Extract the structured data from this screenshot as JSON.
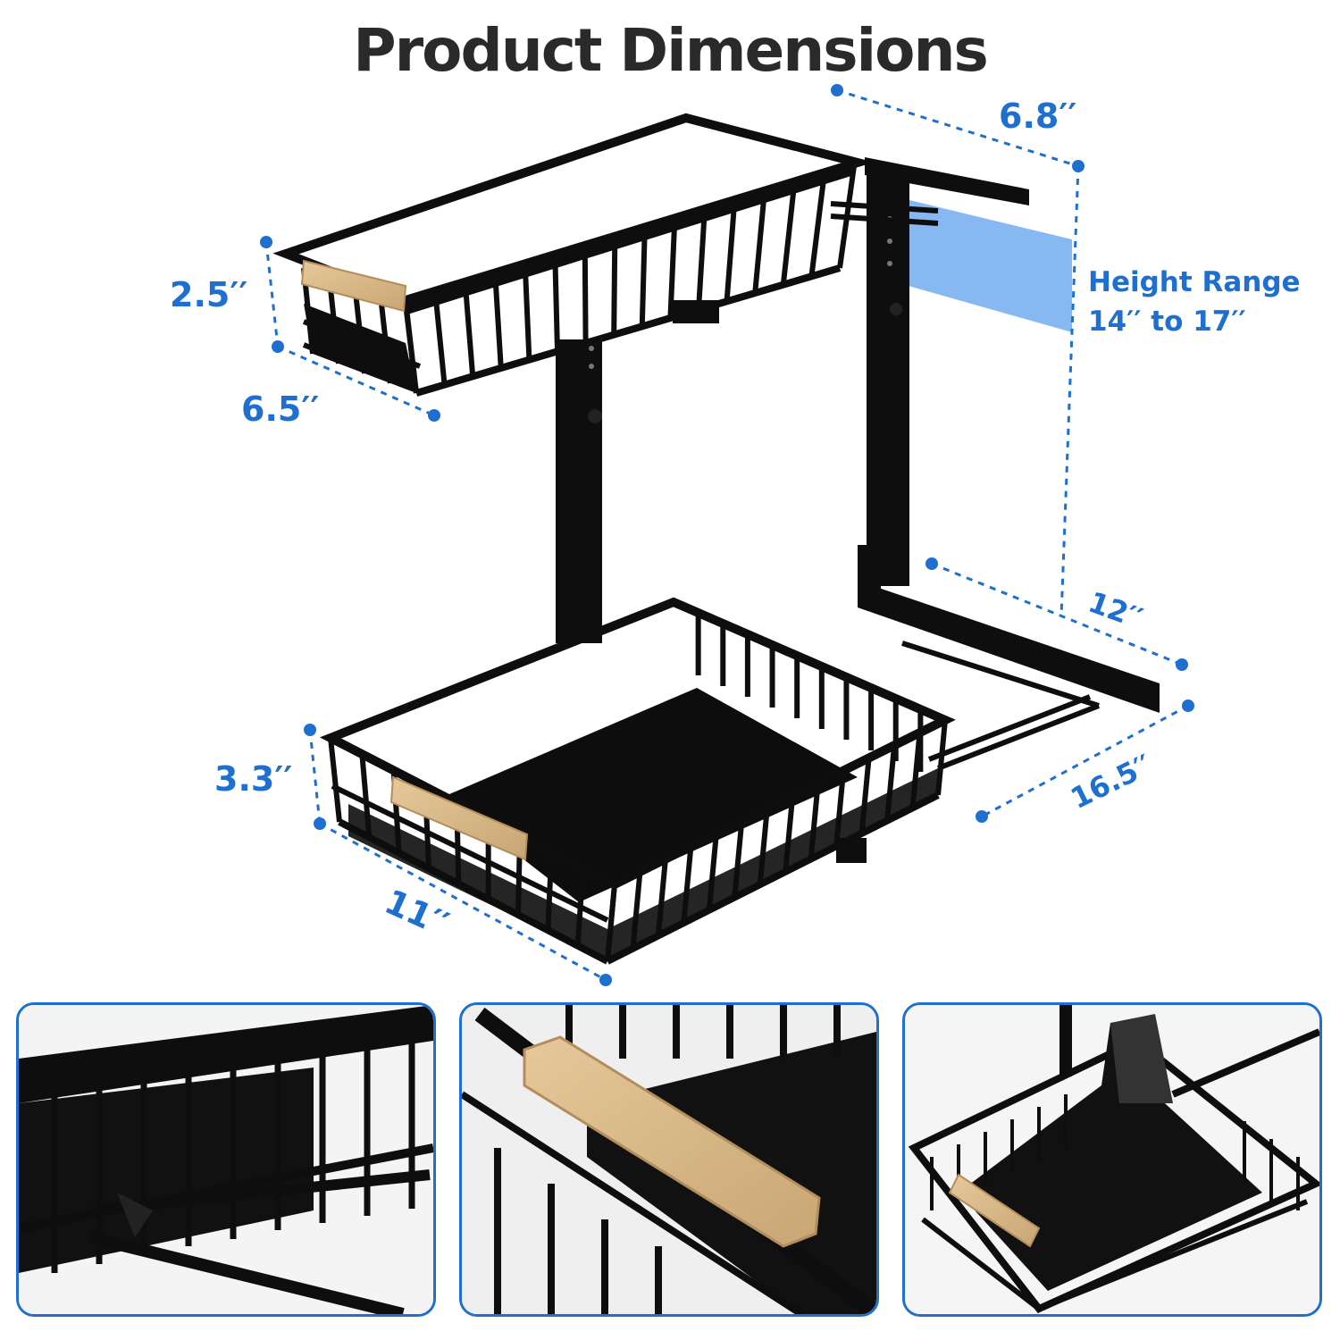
{
  "title": "Product Dimensions",
  "dimensions": {
    "top_width": "6.8′′",
    "top_height": "2.5′′",
    "top_depth": "6.5′′",
    "bottom_height": "3.3′′",
    "bottom_depth": "11′′",
    "frame_width": "12′′",
    "frame_depth": "16.5′′"
  },
  "height_range": {
    "label": "Height Range",
    "value": "14′′ to 17′′"
  },
  "colors": {
    "accent": "#1f6fd1",
    "metal": "#111111",
    "wood": "#d9b98a",
    "title": "#2a2a2a"
  }
}
